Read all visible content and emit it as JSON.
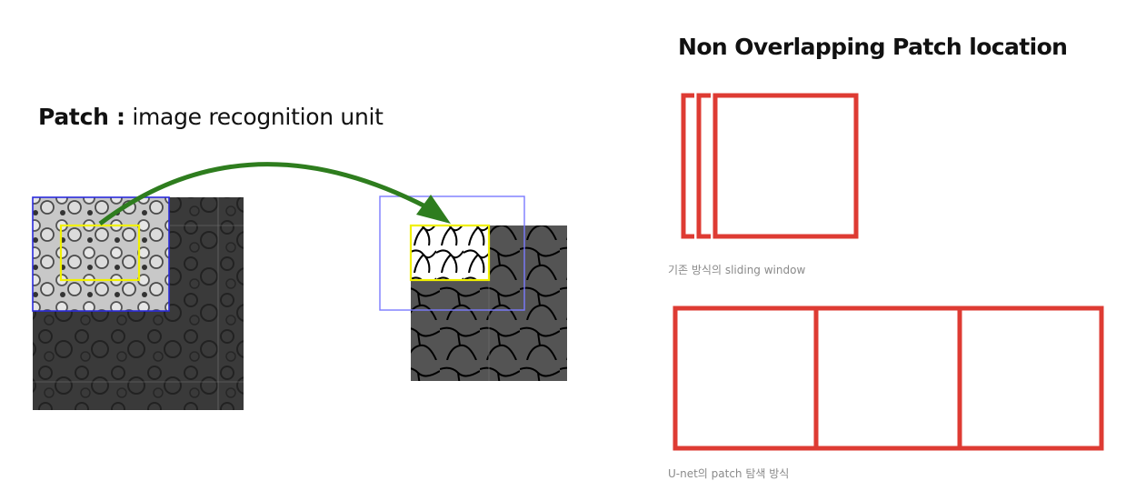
{
  "left_panel": {
    "heading_bold": "Patch :",
    "heading_rest": " image recognition unit",
    "input_image": {
      "description": "EM cell membrane image (mirrored tiles)",
      "patch_box_color": "#2b2bdc",
      "context_box_color": "#f0f000"
    },
    "output_image": {
      "description": "Segmentation map",
      "patch_box_color": "#7b7bff",
      "context_box_color": "#f0f000"
    },
    "arrow_color": "#2e7d1e"
  },
  "right_panel": {
    "heading": "Non Overlapping Patch location",
    "sliding_caption": "기존 방식의 sliding window",
    "unet_caption": "U-net의 patch 탐색 방식",
    "box_color": "#de3b33"
  }
}
